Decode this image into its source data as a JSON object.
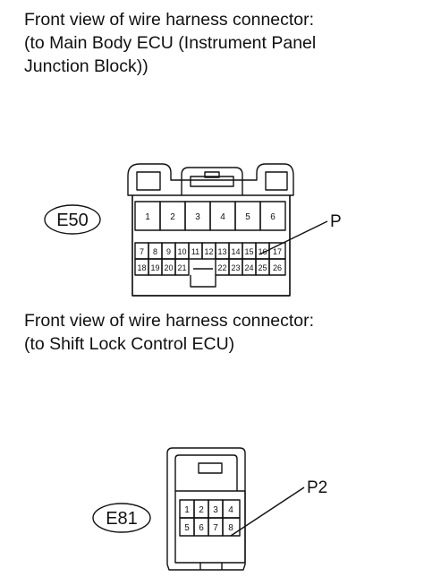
{
  "caption_1": {
    "line_1": "Front view of wire harness connector:",
    "line_2": "(to Main Body ECU (Instrument Panel",
    "line_3": "Junction Block))"
  },
  "caption_2": {
    "line_1": "Front view of wire harness connector:",
    "line_2": "(to Shift Lock Control ECU)"
  },
  "connector_e50": {
    "code": "E50",
    "callout": "P",
    "top_row": [
      "1",
      "2",
      "3",
      "4",
      "5",
      "6"
    ],
    "middle_row": [
      "7",
      "8",
      "9",
      "10",
      "11",
      "12",
      "13",
      "14",
      "15",
      "16",
      "17"
    ],
    "bottom_row_left": [
      "18",
      "19",
      "20",
      "21"
    ],
    "bottom_row_right": [
      "22",
      "23",
      "24",
      "25",
      "26"
    ]
  },
  "connector_e81": {
    "code": "E81",
    "callout": "P2",
    "top_row": [
      "1",
      "2",
      "3",
      "4"
    ],
    "bottom_row": [
      "5",
      "6",
      "7",
      "8"
    ]
  }
}
